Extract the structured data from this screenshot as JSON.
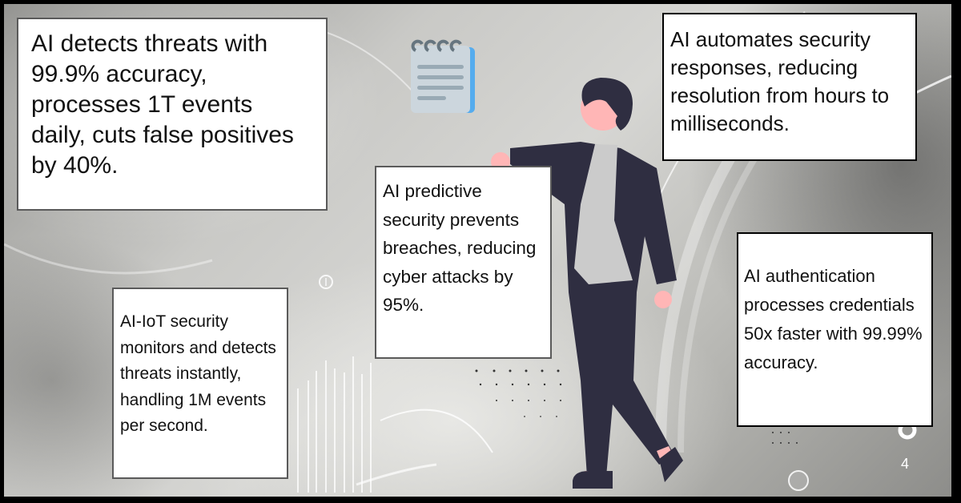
{
  "infographic": {
    "colors": {
      "frame": "#000000",
      "box_background": "#ffffff",
      "text": "#111111",
      "figure_dark": "#2f2e41",
      "figure_skin": "#ffb6b6",
      "figure_shirt": "#cbcbcb",
      "notepad_paper": "#ccd6dd",
      "notepad_lines": "#99aab5",
      "notepad_edge": "#55acee",
      "notepad_rings": "#66757f"
    },
    "icons": {
      "notepad": "spiral-notepad-icon"
    },
    "boxes": [
      {
        "id": "threat-detection",
        "text": "AI detects threats with 99.9% accuracy, processes 1T events daily, cuts false positives by 40%."
      },
      {
        "id": "automated-response",
        "text": "AI automates security responses, reducing resolution from hours to milliseconds."
      },
      {
        "id": "predictive-security",
        "text": "AI predictive security prevents breaches, reducing cyber attacks by 95%."
      },
      {
        "id": "iot-security",
        "text": "AI-IoT security monitors and detects threats instantly, handling 1M events per second."
      },
      {
        "id": "authentication",
        "text": "AI authentication processes credentials 50x faster with 99.99% accuracy."
      }
    ],
    "background_glyphs": {
      "bottom_right_digit": "4"
    }
  }
}
